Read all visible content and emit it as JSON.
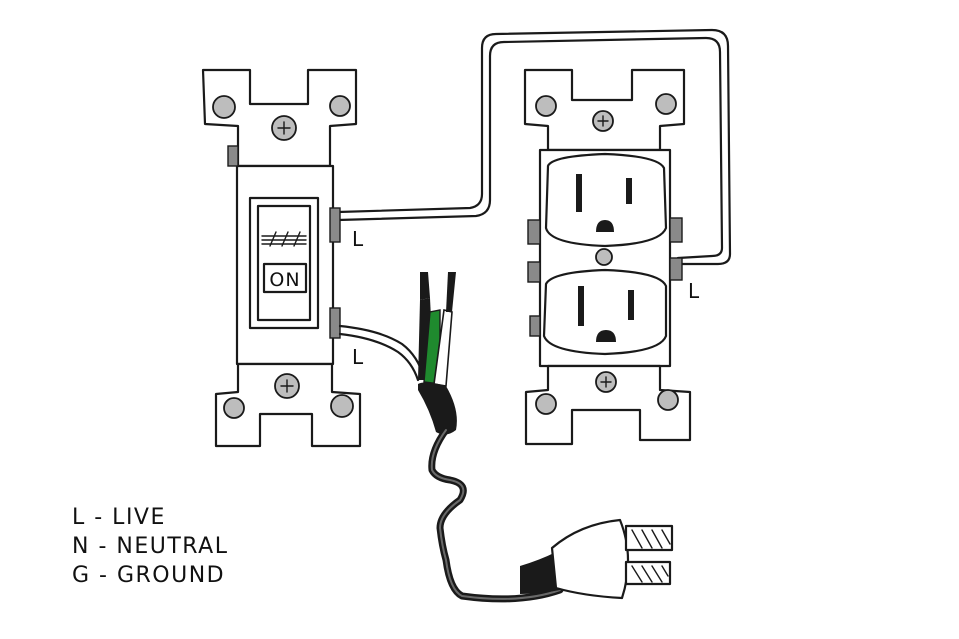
{
  "switch": {
    "toggle_label": "ON",
    "terminal_top_label": "L",
    "terminal_bottom_label": "L"
  },
  "outlet": {
    "terminal_label": "L"
  },
  "legend": {
    "items": [
      {
        "text": "L - LIVE"
      },
      {
        "text": "N - NEUTRAL"
      },
      {
        "text": "G - GROUND"
      }
    ]
  },
  "colors": {
    "ink": "#1a1a1a",
    "ground_wire": "#1f8a2e",
    "terminal": "#8a8a8a",
    "screw": "#bdbdbd"
  }
}
